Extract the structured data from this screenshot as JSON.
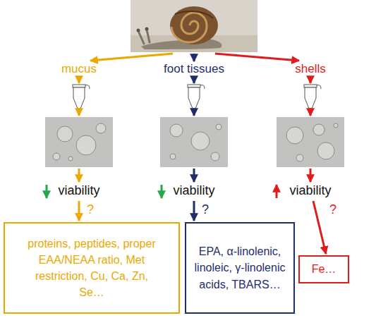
{
  "diagram": {
    "nodes": [
      {
        "text": [
          "proteins, peptides, proper EAA/NEAA ratio, Met restriction, Cu, Ca, Zn, Se…"
        ]
      },
      {
        "text": [
          "EPA, α-linolenic, linoleic, γ-linolenic acids, TBARS…"
        ]
      },
      {
        "text": [
          "Fe…"
        ]
      }
    ],
    "labels": [
      "mucus",
      "foot tissues",
      "shells",
      "viability",
      "viability",
      "viability",
      "?",
      "?",
      "?"
    ]
  }
}
